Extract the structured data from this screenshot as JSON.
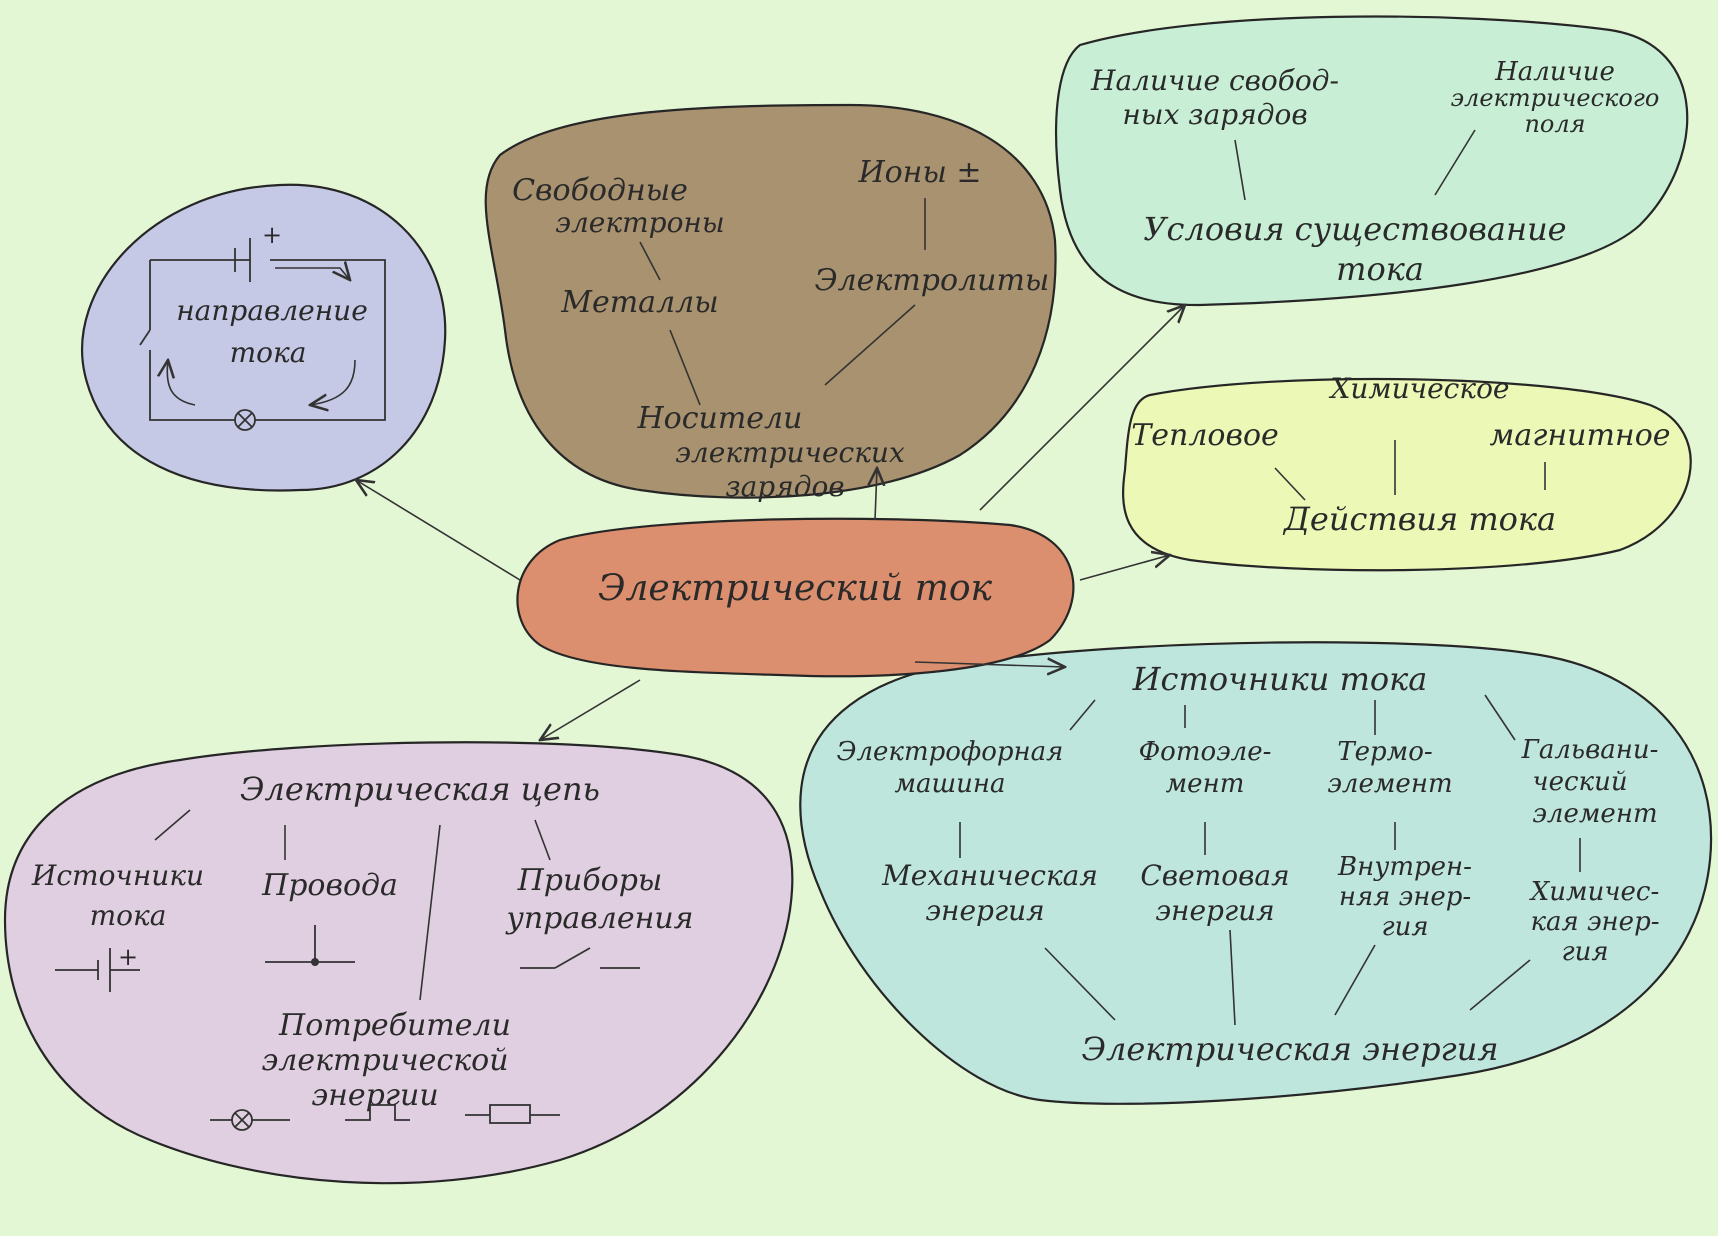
{
  "colors": {
    "paper": "#e4f7d4",
    "center": "#dc8f6e",
    "circuit": "#c6c9e6",
    "carriers": "#a89270",
    "conditions": "#c8efd5",
    "actions": "#ecf8b6",
    "sources": "#bfe6dd",
    "chain": "#e0cfe0"
  },
  "center": {
    "label": "Электрический ток"
  },
  "circuit": {
    "title_line1": "направление",
    "title_line2": "тока",
    "plus": "+"
  },
  "carriers": {
    "free_line1": "Свободные",
    "free_line2": "электроны",
    "ions": "Ионы ±",
    "metals": "Металлы",
    "electrolytes": "Электролиты",
    "title_line1": "Носители",
    "title_line2": "электрических",
    "title_line3": "зарядов"
  },
  "conditions": {
    "free_charges_line1": "Наличие свобод-",
    "free_charges_line2": "ных зарядов",
    "field_line1": "Наличие",
    "field_line2": "электрического",
    "field_line3": "поля",
    "title_line1": "Условия существование",
    "title_line2": "тока"
  },
  "actions": {
    "thermal": "Тепловое",
    "chemical": "Химическое",
    "magnetic": "магнитное",
    "title": "Действия тока"
  },
  "sources": {
    "title": "Источники тока",
    "machine_line1": "Электрофорная",
    "machine_line2": "машина",
    "photo_line1": "Фотоэле-",
    "photo_line2": "мент",
    "thermo_line1": "Термо-",
    "thermo_line2": "элемент",
    "galvanic_line1": "Гальвани-",
    "galvanic_line2": "ческий",
    "galvanic_line3": "элемент",
    "mech_line1": "Механическая",
    "mech_line2": "энергия",
    "light_line1": "Световая",
    "light_line2": "энергия",
    "internal_line1": "Внутрен-",
    "internal_line2": "няя энер-",
    "internal_line3": "гия",
    "chem_line1": "Химичес-",
    "chem_line2": "кая энер-",
    "chem_line3": "гия",
    "electric_energy": "Электрическая энергия"
  },
  "chain": {
    "title": "Электрическая цепь",
    "source_line1": "Источники",
    "source_line2": "тока",
    "wires": "Провода",
    "control_line1": "Приборы",
    "control_line2": "управления",
    "consumers_line1": "Потребители",
    "consumers_line2": "электрической",
    "consumers_line3": "энергии",
    "plus": "+"
  }
}
